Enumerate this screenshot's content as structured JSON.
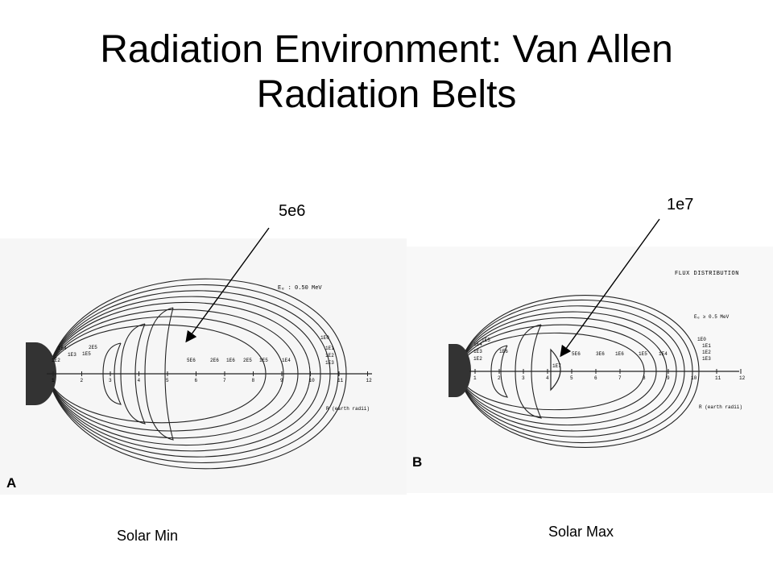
{
  "slide": {
    "title_line1": "Radiation Environment:  Van Allen",
    "title_line2": "Radiation Belts"
  },
  "callouts": {
    "left_value": "5e6",
    "right_value": "1e7"
  },
  "captions": {
    "left": "Solar Min",
    "right": "Solar Max"
  },
  "panel_a": {
    "letter": "A",
    "energy": "Eₑ : 0.50 MeV",
    "axis_label": "R (earth radii)",
    "ticks": [
      "1",
      "2",
      "3",
      "4",
      "5",
      "6",
      "7",
      "8",
      "9",
      "10",
      "11",
      "12"
    ],
    "inner_labels": [
      "1E4",
      "1E2",
      "1E3",
      "1E5",
      "2E5"
    ],
    "axis_labels": [
      "5E6",
      "2E6",
      "1E6",
      "2E5",
      "1E5",
      "1E4"
    ],
    "outer_labels": [
      "1E0",
      "1E1",
      "1E2",
      "1E3"
    ]
  },
  "panel_b": {
    "letter": "B",
    "header": "FLUX DISTRIBUTION",
    "energy": "Eₑ ≥ 0.5 MeV",
    "axis_label": "R (earth radii)",
    "ticks": [
      "1",
      "2",
      "3",
      "4",
      "5",
      "6",
      "7",
      "8",
      "9",
      "10",
      "11",
      "12"
    ],
    "inner_labels": [
      "1E4",
      "1E3",
      "1E2",
      "1E5",
      "1E6",
      "1E7"
    ],
    "axis_labels": [
      "5E6",
      "3E6",
      "1E6",
      "1E5",
      "1E4"
    ],
    "outer_labels": [
      "1E0",
      "1E1",
      "1E2",
      "1E3"
    ]
  }
}
